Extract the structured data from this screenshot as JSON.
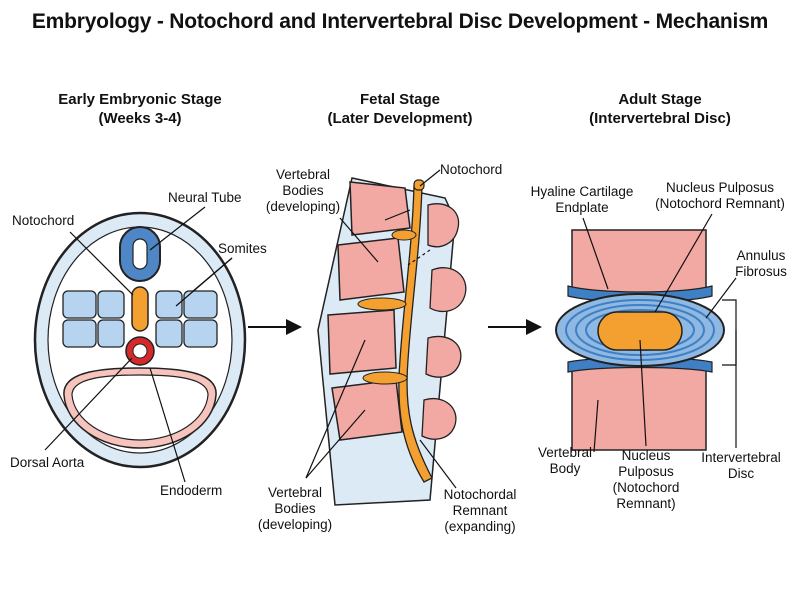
{
  "title": "Embryology - Notochord and Intervertebral Disc Development - Mechanism",
  "stages": {
    "early": {
      "line1": "Early Embryonic Stage",
      "line2": "(Weeks 3-4)"
    },
    "fetal": {
      "line1": "Fetal Stage",
      "line2": "(Later Development)"
    },
    "adult": {
      "line1": "Adult Stage",
      "line2": "(Intervertebral Disc)"
    }
  },
  "labels": {
    "early": {
      "notochord": "Notochord",
      "neural_tube": "Neural Tube",
      "somites": "Somites",
      "dorsal_aorta": "Dorsal Aorta",
      "endoderm": "Endoderm"
    },
    "fetal": {
      "vertebral_bodies_top": [
        "Vertebral",
        "Bodies",
        "(developing)"
      ],
      "notochord": "Notochord",
      "vertebral_bodies_bottom": [
        "Vertebral",
        "Bodies",
        "(developing)"
      ],
      "notochordal_remnant": [
        "Notochordal",
        "Remnant",
        "(expanding)"
      ]
    },
    "adult": {
      "hyaline_cartilage": [
        "Hyaline Cartilage",
        "Endplate"
      ],
      "nucleus_pulposus_top": [
        "Nucleus Pulposus",
        "(Notochord Remnant)"
      ],
      "annulus_fibrosus": [
        "Annulus",
        "Fibrosus"
      ],
      "vertebral_body": [
        "Vertebral",
        "Body"
      ],
      "nucleus_pulposus_bottom": [
        "Nucleus",
        "Pulposus",
        "(Notochord",
        "Remnant)"
      ],
      "intervertebral_disc": [
        "Intervertebral",
        "Disc"
      ]
    }
  },
  "colors": {
    "bone": "#f2a9a3",
    "notochord": "#f4a030",
    "neural_tube": "#4f86c6",
    "somite": "#b6d4ef",
    "tissue": "#dceaf6",
    "aorta": "#d62a2a",
    "annulus": "#3f7fc4",
    "outline": "#222222"
  }
}
